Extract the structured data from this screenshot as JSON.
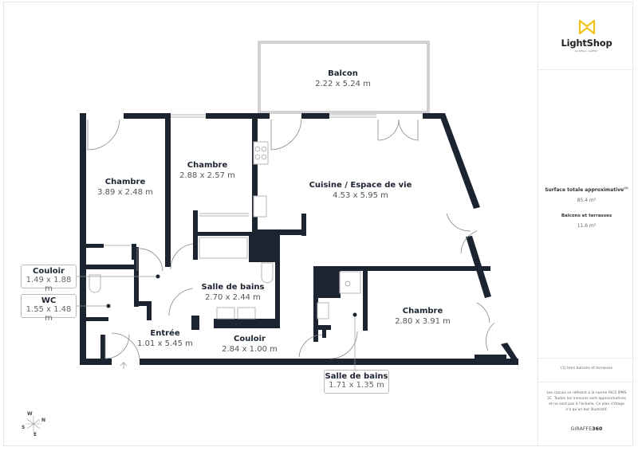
{
  "brand": {
    "logo_text": "LightShop",
    "logo_subtitle": "GLOBAL AGENT",
    "logo_color": "#f2c21b"
  },
  "summary": {
    "total_area_title": "Surface totale approximative",
    "total_area_footnote": "(1)",
    "total_area_value": "85.4 m²",
    "balcony_title": "Balcons et terrasses",
    "balcony_value": "11.6 m²"
  },
  "footnote": "(1) Hors balcons et terrasses",
  "disclaimer": "Les calculs se réfèrent à la norme RICS IPMS 3C. Toutes les mesures sont approximatives et ne sont pas à l'échelle. Ce plan d'étage n'a qu'un but illustratif.",
  "provider": {
    "name_light": "GIRAFFE",
    "name_bold": "360"
  },
  "compass": {
    "n": "N",
    "s": "S",
    "e": "E",
    "w": "W"
  },
  "colors": {
    "wall": "#1b2430",
    "fixture": "#b5b5b5",
    "text_dim": "#555555"
  },
  "rooms": [
    {
      "name": "Balcon",
      "dims": "2.22 x 5.24 m"
    },
    {
      "name": "Chambre",
      "dims": "3.89 x 2.48 m"
    },
    {
      "name": "Chambre",
      "dims": "2.88 x 2.57 m"
    },
    {
      "name": "Cuisine / Espace de vie",
      "dims": "4.53 x 5.95 m"
    },
    {
      "name": "Salle de bains",
      "dims": "2.70 x 2.44 m"
    },
    {
      "name": "Entrée",
      "dims": "1.01 x 5.45 m"
    },
    {
      "name": "Couloir",
      "dims": "2.84 x 1.00 m"
    },
    {
      "name": "Chambre",
      "dims": "2.80 x 3.91 m"
    }
  ],
  "callouts": [
    {
      "name": "Couloir",
      "dims": "1.49 x 1.88 m"
    },
    {
      "name": "WC",
      "dims": "1.55 x 1.48 m"
    },
    {
      "name": "Salle de bains",
      "dims": "1.71 x 1.35 m"
    }
  ]
}
